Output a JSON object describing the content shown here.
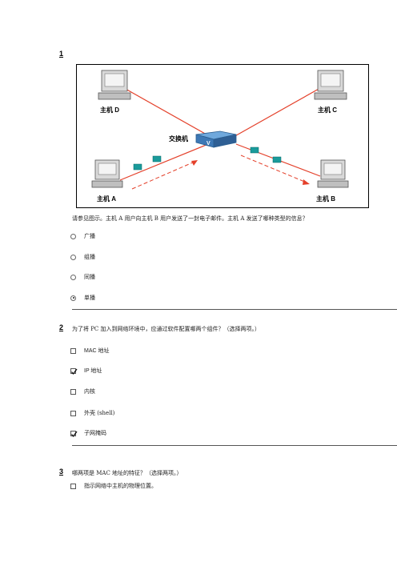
{
  "questions": [
    {
      "number": "1",
      "text": "请参见图示。主机 A 用户向主机 B 用户发送了一封电子邮件。主机 A 发送了哪种类型的信息？",
      "options": [
        {
          "label": "广播",
          "selected": false
        },
        {
          "label": "组播",
          "selected": false
        },
        {
          "label": "同播",
          "selected": false
        },
        {
          "label": "单播",
          "selected": true
        }
      ]
    },
    {
      "number": "2",
      "text": "为了将 PC 加入到网络环境中，应通过软件配置哪两个组件？（选择两项。）",
      "options": [
        {
          "label": "MAC 地址",
          "selected": false
        },
        {
          "label": "IP 地址",
          "selected": true
        },
        {
          "label": "内核",
          "selected": false
        },
        {
          "label": "外壳 (shell)",
          "selected": false
        },
        {
          "label": "子网掩码",
          "selected": true
        }
      ]
    },
    {
      "number": "3",
      "text": "哪两项是 MAC 地址的特征？（选择两项。）",
      "options": [
        {
          "label": "指示网络中主机的物理位置。",
          "selected": false
        }
      ]
    }
  ],
  "diagram": {
    "host_d": "主机 D",
    "host_c": "主机 C",
    "host_a": "主机 A",
    "host_b": "主机 B",
    "switch": "交换机",
    "switch_mark": "V"
  }
}
